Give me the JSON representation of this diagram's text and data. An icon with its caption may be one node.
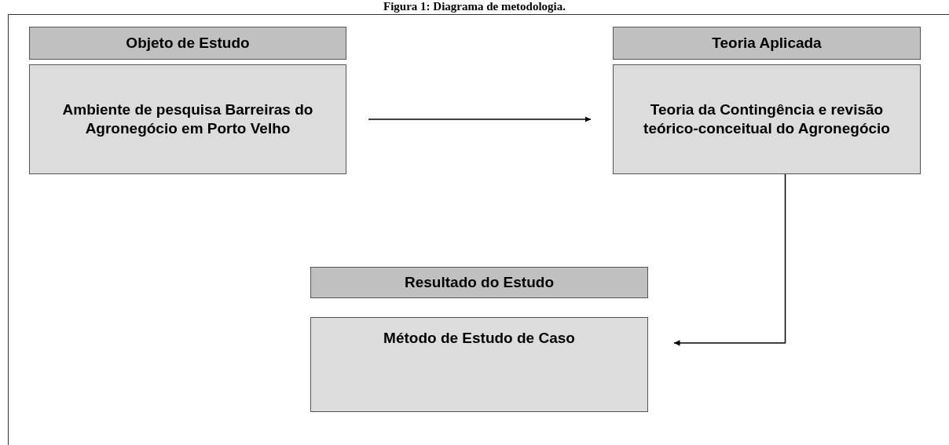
{
  "diagram": {
    "title": "Figura 1: Diagrama de metodologia.",
    "nodes": [
      {
        "text": [
          "Objeto de Estudo"
        ]
      },
      {
        "text": [
          "Ambiente de pesquisa Barreiras do Agronegócio em Porto Velho"
        ]
      },
      {
        "text": [
          "Teoria Aplicada"
        ]
      },
      {
        "text": [
          "Teoria da Contingência e revisão teórico-conceitual do Agronegócio"
        ]
      },
      {
        "text": [
          "Resultado do Estudo"
        ]
      },
      {
        "text": [
          "Método de Estudo de Caso"
        ]
      }
    ],
    "edges": [
      {
        "from": 1,
        "to": 3,
        "arrow": "to"
      },
      {
        "from": 3,
        "to": 5,
        "arrow": "to"
      }
    ]
  }
}
